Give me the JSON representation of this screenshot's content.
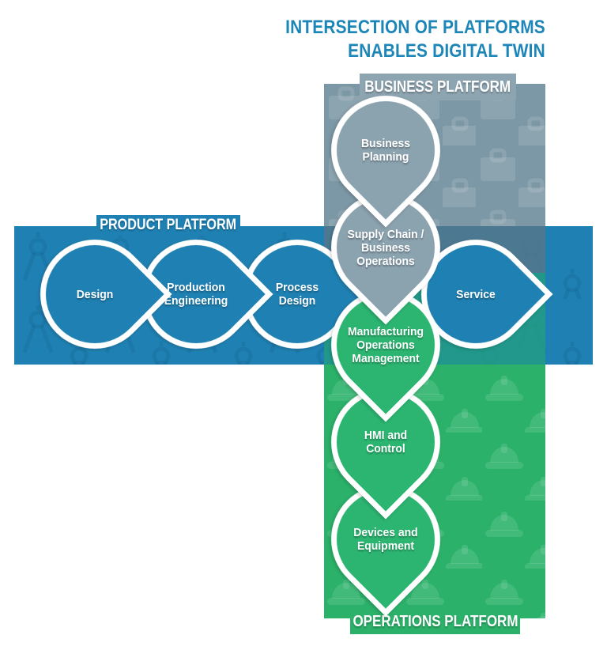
{
  "title": {
    "lines": [
      "INTERSECTION OF PLATFORMS",
      "ENABLES DIGITAL TWIN"
    ],
    "color": "#1D86B8"
  },
  "platforms": {
    "business": {
      "label": "BUSINESS PLATFORM",
      "band_color": "#7C97A5",
      "label_bg": "#8DA4B1",
      "node_color": "#8BA2AF",
      "pattern_icon": "briefcase-icon"
    },
    "product": {
      "label": "PRODUCT PLATFORM",
      "band_color": "#1F81B3",
      "label_bg": "#1F81B3",
      "node_color": "#1F81B3",
      "pattern_icon": "drafting-compass-icon"
    },
    "operations": {
      "label": "OPERATIONS PLATFORM",
      "band_color": "#2BB16A",
      "label_bg": "#2BB16A",
      "node_color": "#2CB571",
      "pattern_icon": "hard-hat-icon"
    }
  },
  "overlaps": {
    "business_over_product": "#4A7A94",
    "operations_over_product": "#21968D"
  },
  "nodes": {
    "business_planning": {
      "platform": "business",
      "lines": [
        "Business",
        "Planning"
      ]
    },
    "supply_chain": {
      "platform": "business",
      "lines": [
        "Supply Chain /",
        "Business",
        "Operations"
      ]
    },
    "design": {
      "platform": "product",
      "lines": [
        "Design"
      ]
    },
    "production_engineering": {
      "platform": "product",
      "lines": [
        "Production",
        "Engineering"
      ]
    },
    "process_design": {
      "platform": "product",
      "lines": [
        "Process",
        "Design"
      ]
    },
    "service": {
      "platform": "product",
      "lines": [
        "Service"
      ]
    },
    "manufacturing_operations_management": {
      "platform": "operations",
      "lines": [
        "Manufacturing",
        "Operations",
        "Management"
      ]
    },
    "hmi_control": {
      "platform": "operations",
      "lines": [
        "HMI and",
        "Control"
      ]
    },
    "devices_equipment": {
      "platform": "operations",
      "lines": [
        "Devices and",
        "Equipment"
      ]
    }
  }
}
